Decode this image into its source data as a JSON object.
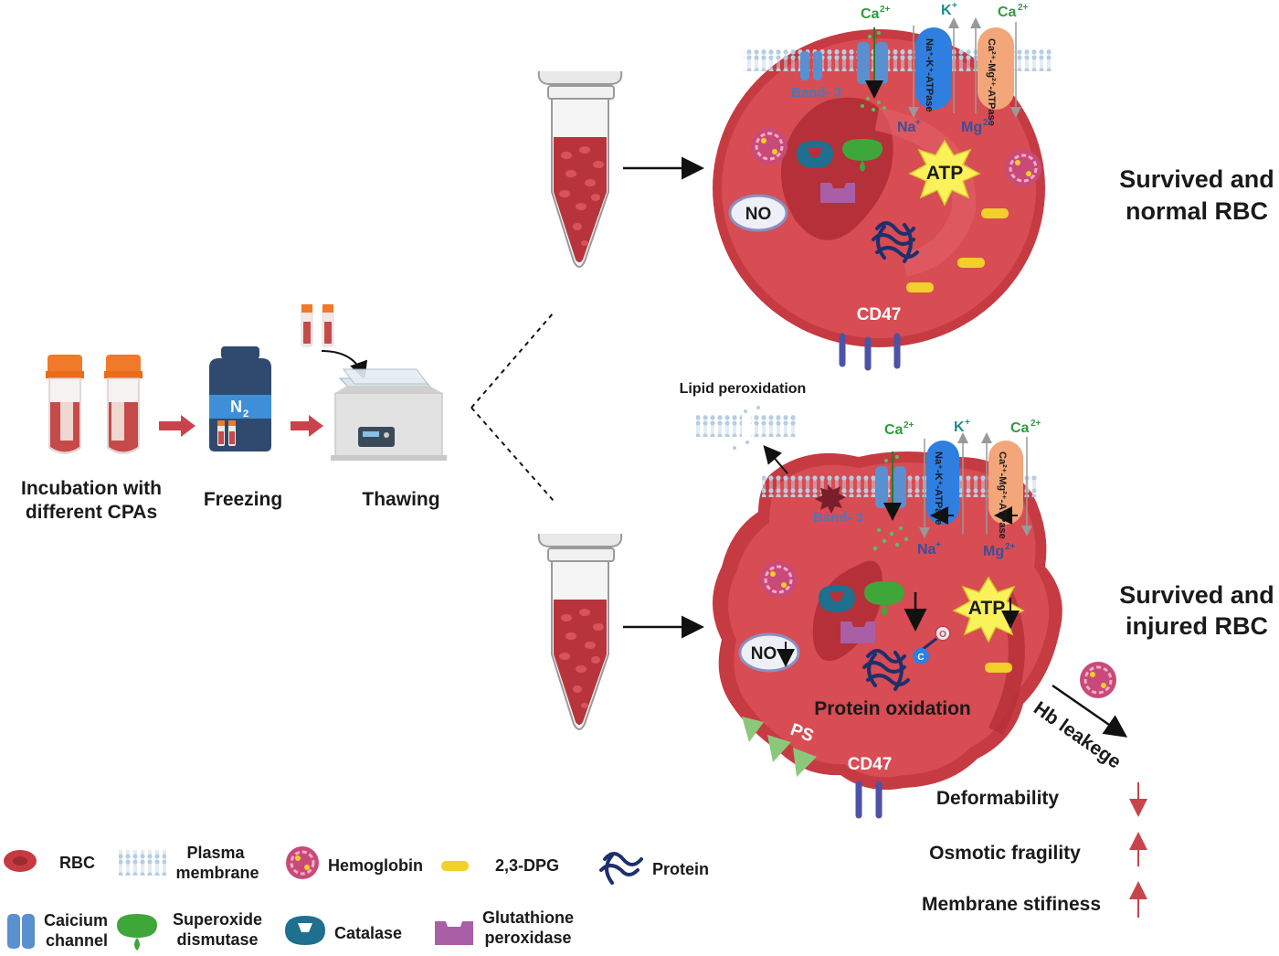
{
  "steps": {
    "incubation_1": "Incubation with",
    "incubation_2": "different CPAs",
    "freezing": "Freezing",
    "thawing": "Thawing",
    "n2": "N",
    "n2_sub": "2"
  },
  "normal_cell": {
    "title_1": "Survived and",
    "title_2": "normal RBC",
    "ca_in": "Ca",
    "k": "K",
    "ca_out": "Ca",
    "nak_pump": "Na⁺-K⁺-ATPase",
    "camg_pump": "Ca²⁺-Mg²⁺-ATPase",
    "band3": "Band- 3",
    "na": "Na",
    "mg": "Mg",
    "atp": "ATP",
    "no": "NO",
    "cd47": "CD47"
  },
  "injured_cell": {
    "title_1": "Survived and",
    "title_2": "injured RBC",
    "lipid": "Lipid peroxidation",
    "ca_in": "Ca",
    "k": "K",
    "ca_out": "Ca",
    "nak_pump": "Na⁺-K⁺-ATPase",
    "camg_pump": "Ca²⁺-Mg²⁺-ATPase",
    "band3": "Band- 3",
    "na": "Na",
    "mg": "Mg",
    "atp": "ATP",
    "no": "NO",
    "protein_ox": "Protein oxidation",
    "ps": "PS",
    "cd47": "CD47",
    "hb_leak": "Hb leakege",
    "c": "C",
    "o": "O"
  },
  "outcomes": {
    "deformability": "Deformability",
    "osmotic": "Osmotic fragility",
    "stiffness": "Membrane stifiness"
  },
  "legend": {
    "rbc": "RBC",
    "plasma_1": "Plasma",
    "plasma_2": "membrane",
    "hemoglobin": "Hemoglobin",
    "dpg": "2,3-DPG",
    "protein": "Protein",
    "calcium_1": "Caicium",
    "calcium_2": "channel",
    "sod_1": "Superoxide",
    "sod_2": "dismutase",
    "catalase": "Catalase",
    "gpx_1": "Glutathione",
    "gpx_2": "peroxidase"
  },
  "colors": {
    "rbc": "#d24a4f",
    "rbc_dark": "#b8333a",
    "membrane": "#a9c3dc",
    "channel": "#5a8fd0",
    "nak": "#2f7fe0",
    "camg": "#f2a679",
    "sod": "#3fa63a",
    "catalase": "#1f6f8e",
    "gpx": "#a95fa6",
    "dpg": "#f2cf2b",
    "atp_star": "#fbf25a",
    "arrow_red": "#c9444a",
    "navy": "#1e2f6e"
  }
}
